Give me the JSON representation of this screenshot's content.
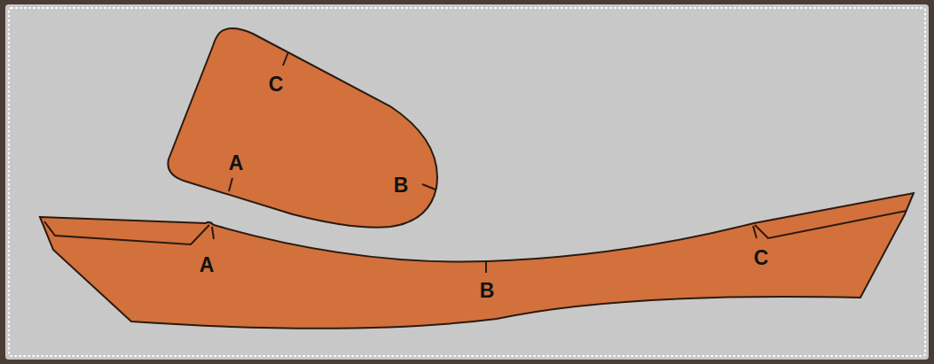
{
  "diagram": {
    "labels": [
      "C",
      "A",
      "B",
      "A",
      "B",
      "C"
    ]
  }
}
